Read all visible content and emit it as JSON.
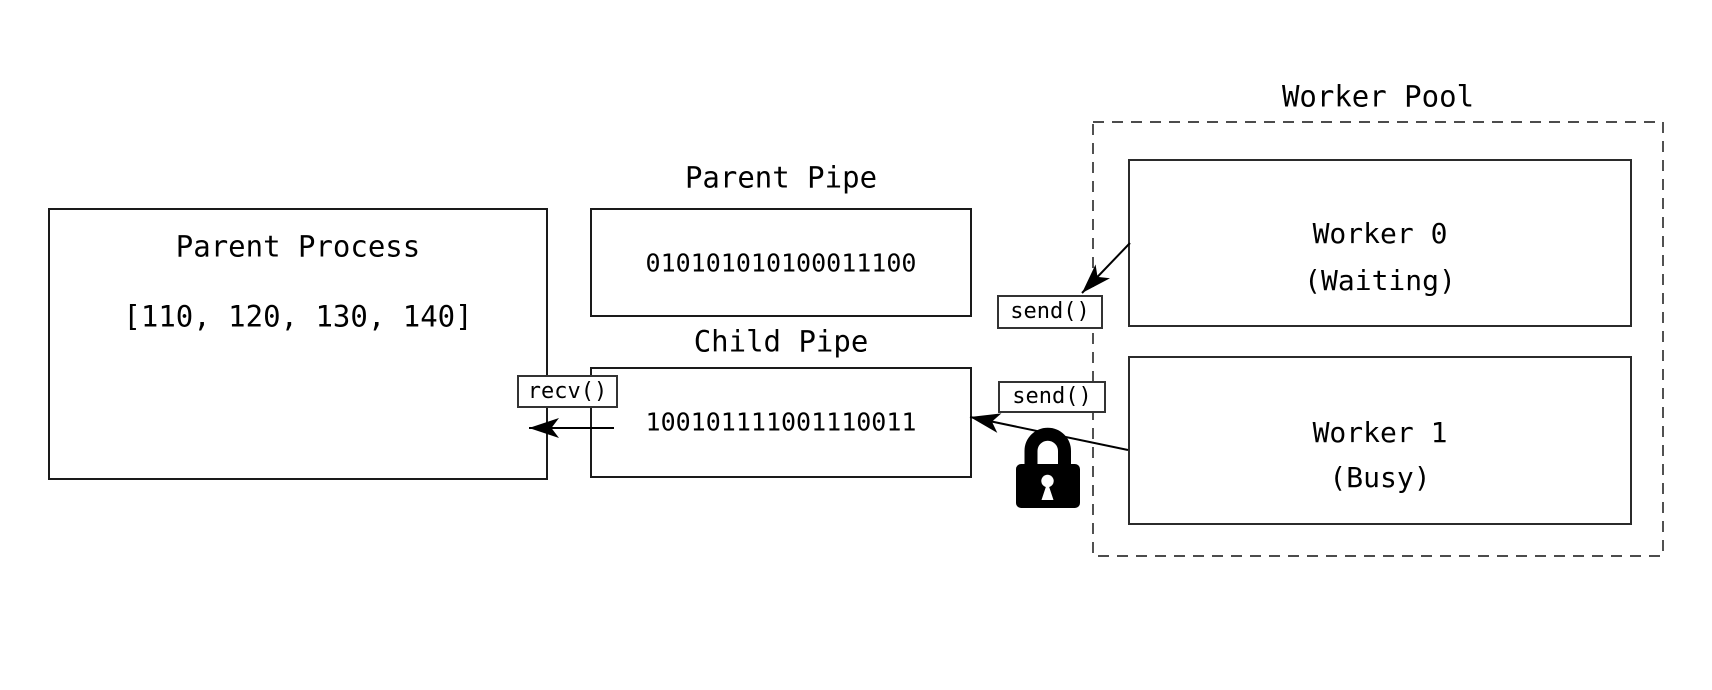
{
  "diagram": {
    "parent_process": {
      "title": "Parent Process",
      "data_label": "[110, 120, 130, 140]"
    },
    "parent_pipe": {
      "title": "Parent Pipe",
      "binary": "010101010100011100"
    },
    "child_pipe": {
      "title": "Child Pipe",
      "binary": "100101111001110011"
    },
    "worker_pool": {
      "title": "Worker Pool",
      "workers": [
        {
          "name": "Worker 0",
          "status": "(Waiting)"
        },
        {
          "name": "Worker 1",
          "status": "(Busy)"
        }
      ]
    },
    "calls": {
      "recv_label": "recv()",
      "send_worker0_label": "send()",
      "send_worker1_label": "send()"
    },
    "icons": {
      "lock": "lock-icon"
    },
    "colors": {
      "background": "#ffffff",
      "stroke": "#1a1a1a",
      "text": "#000000"
    }
  }
}
